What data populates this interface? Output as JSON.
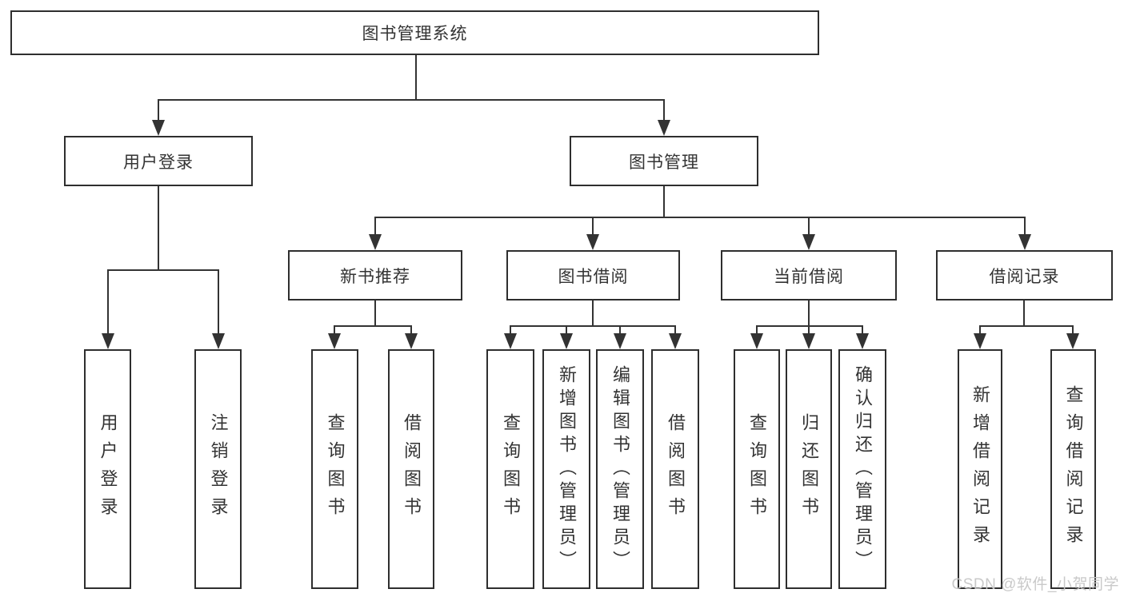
{
  "diagram": {
    "root": {
      "label": "图书管理系统"
    },
    "branches": [
      {
        "label": "用户登录",
        "children": [
          {
            "label": "用户登录"
          },
          {
            "label": "注销登录"
          }
        ]
      },
      {
        "label": "图书管理",
        "children": [
          {
            "label": "新书推荐",
            "children": [
              {
                "label": "查询图书"
              },
              {
                "label": "借阅图书"
              }
            ]
          },
          {
            "label": "图书借阅",
            "children": [
              {
                "label": "查询图书"
              },
              {
                "label": "新增图书（管理员）"
              },
              {
                "label": "编辑图书（管理员）"
              },
              {
                "label": "借阅图书"
              }
            ]
          },
          {
            "label": "当前借阅",
            "children": [
              {
                "label": "查询图书"
              },
              {
                "label": "归还图书"
              },
              {
                "label": "确认归还（管理员）"
              }
            ]
          },
          {
            "label": "借阅记录",
            "children": [
              {
                "label": "新增借阅记录"
              },
              {
                "label": "查询借阅记录"
              }
            ]
          }
        ]
      }
    ],
    "watermark": "CSDN @软件_小贺同学",
    "colors": {
      "line": "#333333",
      "box_border": "#2e2e2e",
      "text": "#333333",
      "background": "#ffffff",
      "watermark": "#c6c6c6"
    }
  }
}
